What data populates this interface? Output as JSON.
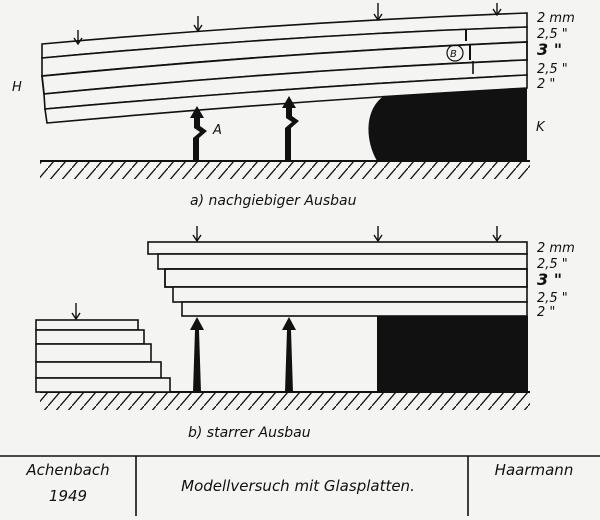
{
  "diagram_a": {
    "caption": "a)  nachgiebiger  Ausbau",
    "label_left": "H",
    "label_right": "K",
    "label_A": "A",
    "label_B": "B",
    "thickness_labels": [
      "2  mm",
      "2,5  \"",
      "3  \"",
      "2,5  \"",
      "2  \""
    ]
  },
  "diagram_b": {
    "caption": "b)  starrer  Ausbau",
    "thickness_labels": [
      "2  mm",
      "2,5  \"",
      "3  \"",
      "2,5  \"",
      "2  \""
    ]
  },
  "title_block": {
    "author": "Achenbach",
    "year": "1949",
    "title": "Modellversuch mit Glasplatten.",
    "right": "Haarmann"
  },
  "colors": {
    "ink": "#111111",
    "paper": "#f4f4f2"
  }
}
